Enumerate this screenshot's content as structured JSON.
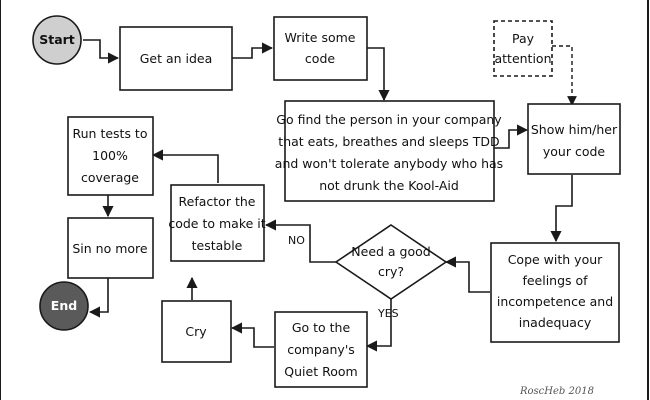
{
  "colors": {
    "start_fill": "#cfcfcf",
    "end_fill": "#5a5a5a",
    "line": "#1a1a1a"
  },
  "nodes": {
    "start": "Start",
    "end": "End",
    "get_idea": "Get an idea",
    "write_code": [
      "Write some",
      "code"
    ],
    "pay_attention": [
      "Pay",
      "attention"
    ],
    "find_person": [
      "Go find the person in your company",
      "that eats, breathes and sleeps TDD",
      "and won't tolerate anybody who has",
      "not drunk the Kool-Aid"
    ],
    "show_code": [
      "Show him/her",
      "your code"
    ],
    "run_tests": [
      "Run tests to",
      "100%",
      "coverage"
    ],
    "sin_no_more": "Sin no more",
    "refactor": [
      "Refactor the",
      "code to make it",
      "testable"
    ],
    "decision": [
      "Need a good",
      "cry?"
    ],
    "cope": [
      "Cope with your",
      "feelings of",
      "incompetence and",
      "inadequacy"
    ],
    "cry": "Cry",
    "quiet_room": [
      "Go to the",
      "company's",
      "Quiet Room"
    ]
  },
  "edge_labels": {
    "no": "NO",
    "yes": "YES"
  },
  "signature": "RoscHeb 2018"
}
